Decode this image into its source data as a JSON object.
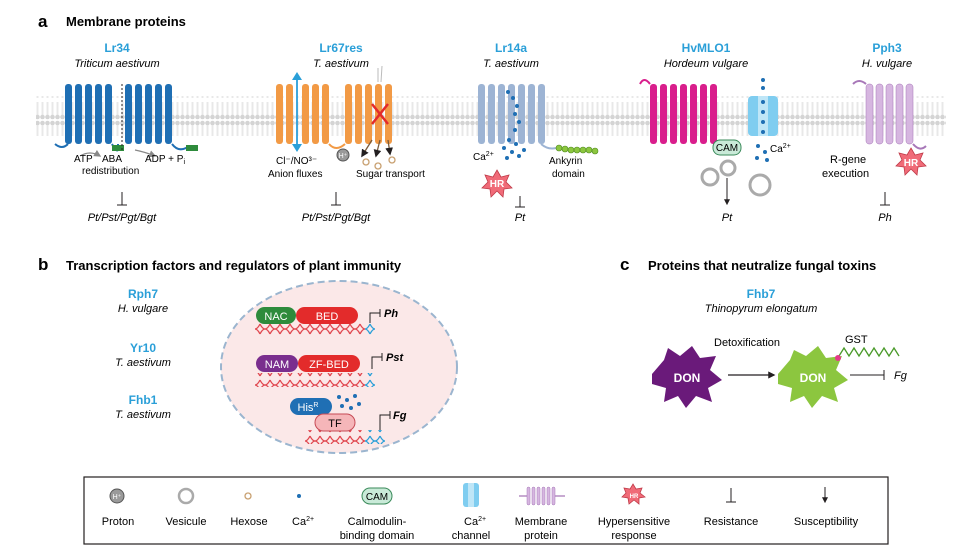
{
  "panel_a": {
    "letter": "a",
    "title": "Membrane proteins",
    "proteins": [
      {
        "name": "Lr34",
        "species": "Triticum aestivum"
      },
      {
        "name": "Lr67res",
        "species": "T. aestivum"
      },
      {
        "name": "Lr14a",
        "species": "T. aestivum"
      },
      {
        "name": "HvMLO1",
        "species": "Hordeum vulgare"
      },
      {
        "name": "Pph3",
        "species": "H. vulgare"
      }
    ],
    "lr34": {
      "atp": "ATP",
      "aba": "ABA",
      "adp": "ADP + P",
      "adp_sub": "i",
      "redistribution": "redistribution",
      "target": "Pt/Pst/Pgt/Bgt"
    },
    "lr67": {
      "anion": "Cl⁻/NO³⁻",
      "anion_fluxes": "Anion fluxes",
      "sugar": "Sugar transport",
      "target": "Pt/Pst/Pgt/Bgt",
      "proton": "H⁺"
    },
    "lr14": {
      "ca": "Ca",
      "ca_sup": "2+",
      "hr": "HR",
      "ankyrin1": "Ankyrin",
      "ankyrin2": "domain",
      "target": "Pt"
    },
    "hvmlo": {
      "cam": "CAM",
      "ca": "Ca",
      "ca_sup": "2+",
      "target": "Pt"
    },
    "pph3": {
      "rgene1": "R-gene",
      "rgene2": "execution",
      "hr": "HR",
      "target": "Ph"
    }
  },
  "panel_b": {
    "letter": "b",
    "title": "Transcription factors and regulators of plant immunity",
    "items": [
      {
        "name": "Rph7",
        "species": "H. vulgare"
      },
      {
        "name": "Yr10",
        "species": "T. aestivum"
      },
      {
        "name": "Fhb1",
        "species": "T. aestivum"
      }
    ],
    "rows": [
      {
        "left": "NAC",
        "right": "BED",
        "target": "Ph"
      },
      {
        "left": "NAM",
        "right": "ZF-BED",
        "target": "Pst"
      },
      {
        "left": "His",
        "left_sup": "R",
        "right": "TF",
        "target": "Fg"
      }
    ]
  },
  "panel_c": {
    "letter": "c",
    "title": "Proteins that neutralize fungal toxins",
    "name": "Fhb7",
    "species": "Thinopyrum elongatum",
    "detox": "Detoxification",
    "gst": "GST",
    "don": "DON",
    "target": "Fg"
  },
  "legend": {
    "proton_symbol": "H⁺",
    "cam_symbol": "CAM",
    "hr_symbol": "HR",
    "items": [
      {
        "label": [
          "Proton"
        ]
      },
      {
        "label": [
          "Vesicule"
        ]
      },
      {
        "label": [
          "Hexose"
        ]
      },
      {
        "label": [
          "Ca"
        ],
        "sup": "2+"
      },
      {
        "label": [
          "Calmodulin-",
          "binding domain"
        ]
      },
      {
        "label": [
          "Ca",
          "channel"
        ],
        "sup": "2+"
      },
      {
        "label": [
          "Membrane",
          "protein"
        ]
      },
      {
        "label": [
          "Hypersensitive",
          "response"
        ]
      },
      {
        "label": [
          "Resistance"
        ]
      },
      {
        "label": [
          "Susceptibility"
        ]
      }
    ]
  },
  "colors": {
    "accent_blue": "#2a9fd8",
    "lr34": "#1f6fb4",
    "lr67": "#f29a45",
    "lr14": "#9db4d4",
    "hvmlo": "#d91e8c",
    "channel": "#7fcdf0",
    "pph3": "#d6b6e0",
    "hr": "#f06b78",
    "don_purple": "#6a1a7a",
    "don_green": "#8cc63f",
    "cam": "#c9ead8"
  }
}
